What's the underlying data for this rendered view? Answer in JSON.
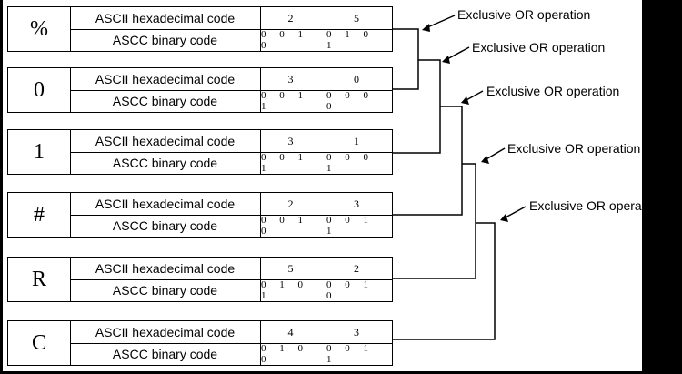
{
  "blocks": [
    {
      "char": "%",
      "hex_label": "ASCII hexadecimal code",
      "bin_label": "ASCC binary code",
      "hex": [
        "2",
        "5"
      ],
      "bin": [
        "0 0 1 0",
        "0 1 0 1"
      ]
    },
    {
      "char": "0",
      "hex_label": "ASCII hexadecimal code",
      "bin_label": "ASCC binary code",
      "hex": [
        "3",
        "0"
      ],
      "bin": [
        "0 0 1 1",
        "0 0 0 0"
      ]
    },
    {
      "char": "1",
      "hex_label": "ASCII hexadecimal code",
      "bin_label": "ASCC binary code",
      "hex": [
        "3",
        "1"
      ],
      "bin": [
        "0 0 1 1",
        "0 0 0 1"
      ]
    },
    {
      "char": "#",
      "hex_label": "ASCII hexadecimal code",
      "bin_label": "ASCC binary code",
      "hex": [
        "2",
        "3"
      ],
      "bin": [
        "0 0 1 0",
        "0 0 1 1"
      ]
    },
    {
      "char": "R",
      "hex_label": "ASCII hexadecimal code",
      "bin_label": "ASCC binary code",
      "hex": [
        "5",
        "2"
      ],
      "bin": [
        "0 1 0 1",
        "0 0 1 0"
      ]
    },
    {
      "char": "C",
      "hex_label": "ASCII hexadecimal code",
      "bin_label": "ASCC binary code",
      "hex": [
        "4",
        "3"
      ],
      "bin": [
        "0 1 0 0",
        "0 0 1 1"
      ]
    }
  ],
  "operations": [
    "Exclusive OR operation",
    "Exclusive OR operation",
    "Exclusive OR operation",
    "Exclusive OR operation",
    "Exclusive OR operation"
  ]
}
